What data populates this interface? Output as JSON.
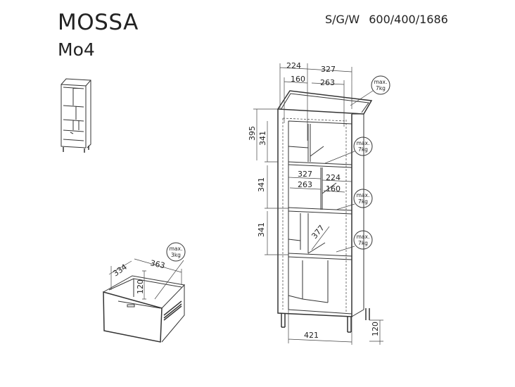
{
  "header": {
    "title": "MOSSA",
    "code": "Mo4",
    "dimensions_label": "S/G/W",
    "dimensions_value": "600/400/1686"
  },
  "cabinet": {
    "top_widths": [
      "224",
      "327"
    ],
    "top_inner_widths": [
      "160",
      "263"
    ],
    "heights": [
      "395",
      "341",
      "341",
      "341"
    ],
    "mid_widths": [
      "327",
      "224"
    ],
    "mid_inner_widths": [
      "263",
      "160"
    ],
    "diagonal": "377",
    "bottom_width": "421",
    "leg_height": "120",
    "load_labels": [
      {
        "line1": "max.",
        "line2": "7kg"
      },
      {
        "line1": "max.",
        "line2": "7kg"
      },
      {
        "line1": "max.",
        "line2": "7kg"
      },
      {
        "line1": "max.",
        "line2": "7kg"
      }
    ]
  },
  "drawer": {
    "depth": "334",
    "width": "363",
    "height": "120",
    "load": {
      "line1": "max.",
      "line2": "3kg"
    }
  }
}
